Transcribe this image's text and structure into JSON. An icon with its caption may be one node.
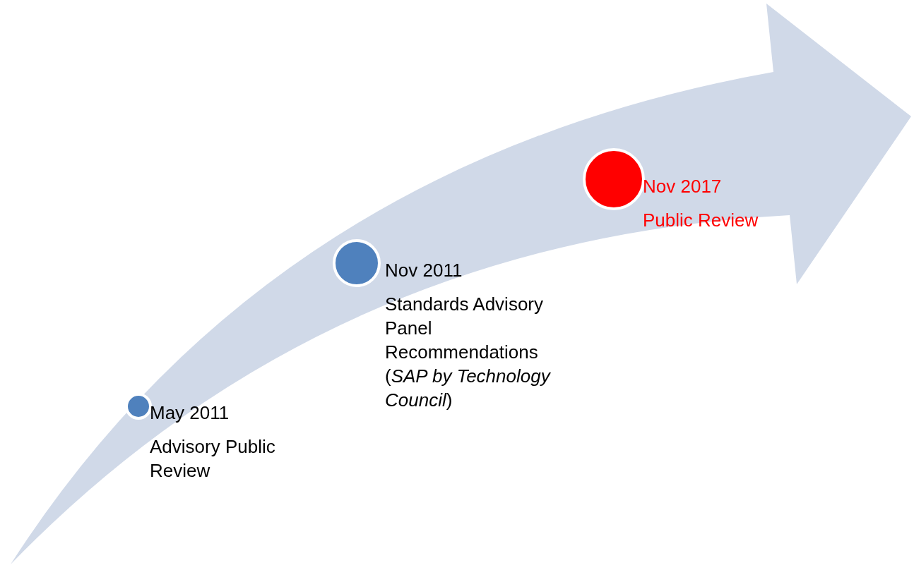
{
  "diagram": {
    "nodes": [
      {
        "text": [
          "May 2011",
          "Advisory Public Review"
        ]
      },
      {
        "text": [
          "Nov 2011",
          "Standards Advisory Panel Recommendations (*SAP by Technology Council*)"
        ]
      },
      {
        "text": [
          "Nov 2017",
          "Public Review"
        ]
      }
    ]
  }
}
